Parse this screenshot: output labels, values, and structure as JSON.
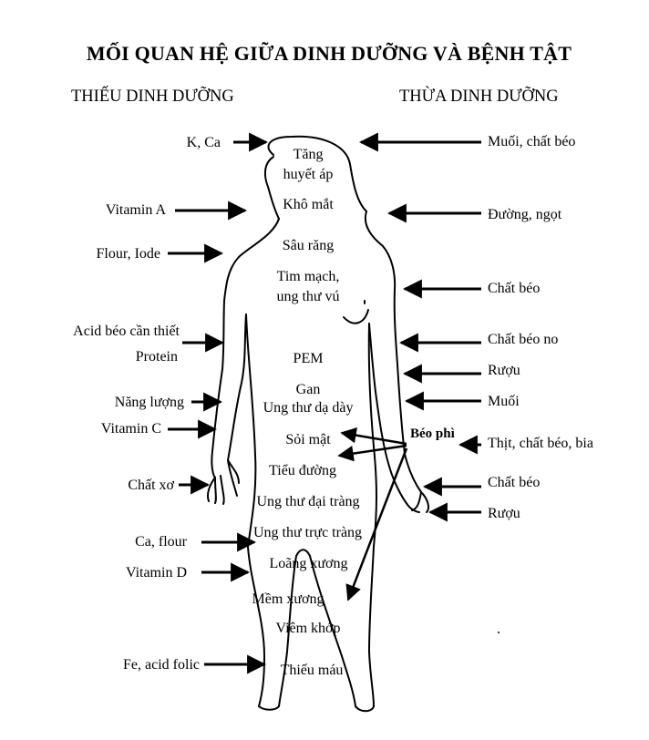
{
  "title": "MỐI QUAN HỆ GIỮA DINH DƯỠNG VÀ BỆNH TẬT",
  "left_heading": "THIẾU DINH DƯỠNG",
  "right_heading": "THỪA DINH DƯỠNG",
  "left_labels": [
    "K, Ca",
    "Vitamin A",
    "Flour, Iode",
    "Acid béo cần thiết",
    "Protein",
    "Năng lượng",
    "Vitamin C",
    "Chất xơ",
    "Ca, flour",
    "Vitamin D",
    "Fe, acid folic"
  ],
  "right_labels": [
    "Muối, chất béo",
    "Đường, ngọt",
    "Chất béo",
    "Chất béo no",
    "Rượu",
    "Muối",
    "Thịt, chất béo, bia",
    "Chất béo",
    "Rượu"
  ],
  "body_labels": {
    "tang_huyet_ap_1": "Tăng",
    "tang_huyet_ap_2": "huyết áp",
    "kho_mat": "Khô mắt",
    "sau_rang": "Sâu răng",
    "tim_mach_1": "Tim mạch,",
    "tim_mach_2": "ung thư vú",
    "pem": "PEM",
    "gan": "Gan",
    "ung_thu_da_day": "Ung thư dạ dày",
    "soi_mat": "Sỏi mật",
    "tieu_duong": "Tiểu đường",
    "ung_thu_dai_trang": "Ung thư đại tràng",
    "ung_thu_truc_trang": "Ung thư trực tràng",
    "loang_xuong": "Loãng xương",
    "mem_xuong": "Mềm xương",
    "viem_khop": "Viêm khớp",
    "thieu_mau": "Thiếu máu",
    "beo_phi": "Béo phì"
  }
}
